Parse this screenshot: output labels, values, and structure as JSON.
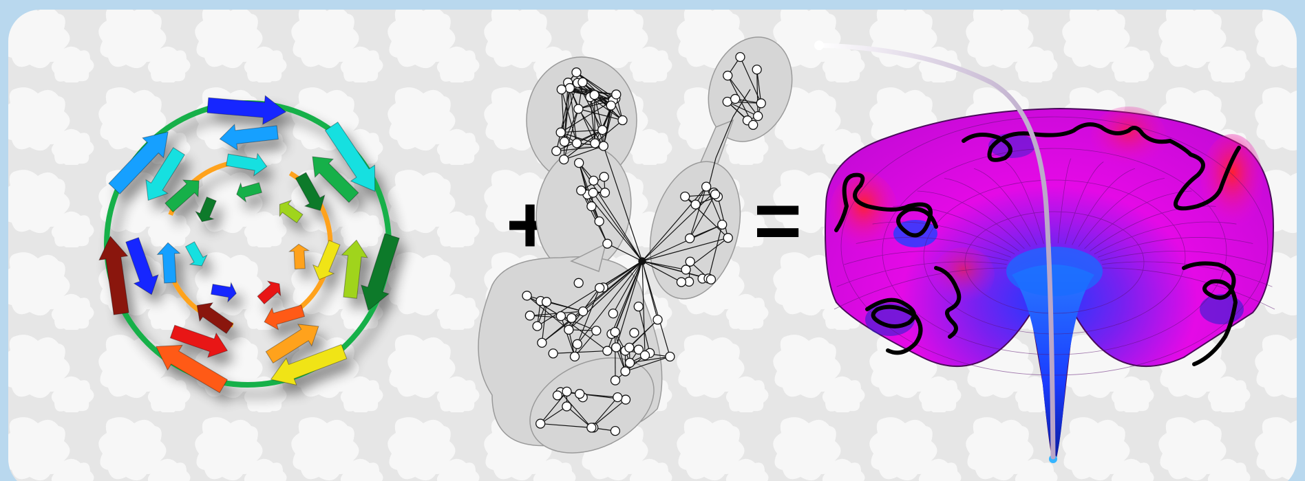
{
  "colors": {
    "frame": "#b9d8ee",
    "panel": "#e6e6e6",
    "pattern": "#f7f7f7",
    "network_blob": "#d6d6d6",
    "landscape_magenta": "#e40ae6",
    "landscape_blue": "#1a3cff",
    "landscape_red": "#ff2030"
  },
  "operators": {
    "plus": "+",
    "equals": "="
  },
  "panels": [
    {
      "name": "protein-structure",
      "icon": "protein-ribbon-icon",
      "colors": [
        "#1428ff",
        "#12a0ff",
        "#12e0e0",
        "#18b048",
        "#0c7a2c",
        "#a0d41c",
        "#f0e414",
        "#ffa21a",
        "#ff5a14",
        "#e81414",
        "#8a1410"
      ]
    },
    {
      "name": "interaction-network",
      "icon": "network-graph-icon"
    },
    {
      "name": "energy-landscape",
      "icon": "energy-funnel-icon"
    }
  ]
}
